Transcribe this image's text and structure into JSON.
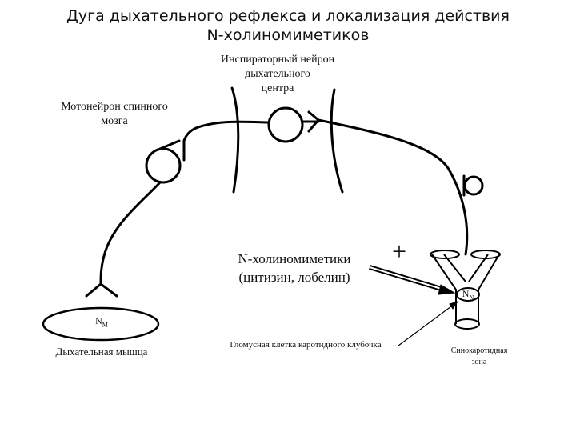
{
  "title": {
    "line1": "Дуга дыхательного рефлекса и локализация действия",
    "line2": "N-холиномиметиков"
  },
  "labels": {
    "inspiratory_neuron": [
      "Инспираторный нейрон",
      "дыхательного",
      "центра"
    ],
    "motoneuron": [
      "Мотонейрон спинного",
      "мозга"
    ],
    "n_cholinomimetics": [
      "N-холиномиметики",
      "(цитизин, лобелин)"
    ],
    "plus_sign": "+",
    "receptor_nn": "N",
    "receptor_nn_sub": "N",
    "receptor_nm": "N",
    "receptor_nm_sub": "M",
    "respiratory_muscle": "Дыхательная мышца",
    "glomus_cell": "Гломусная клетка каротидного клубочка",
    "sinocarotid_zone": [
      "Синокаротидная",
      "зона"
    ]
  }
}
